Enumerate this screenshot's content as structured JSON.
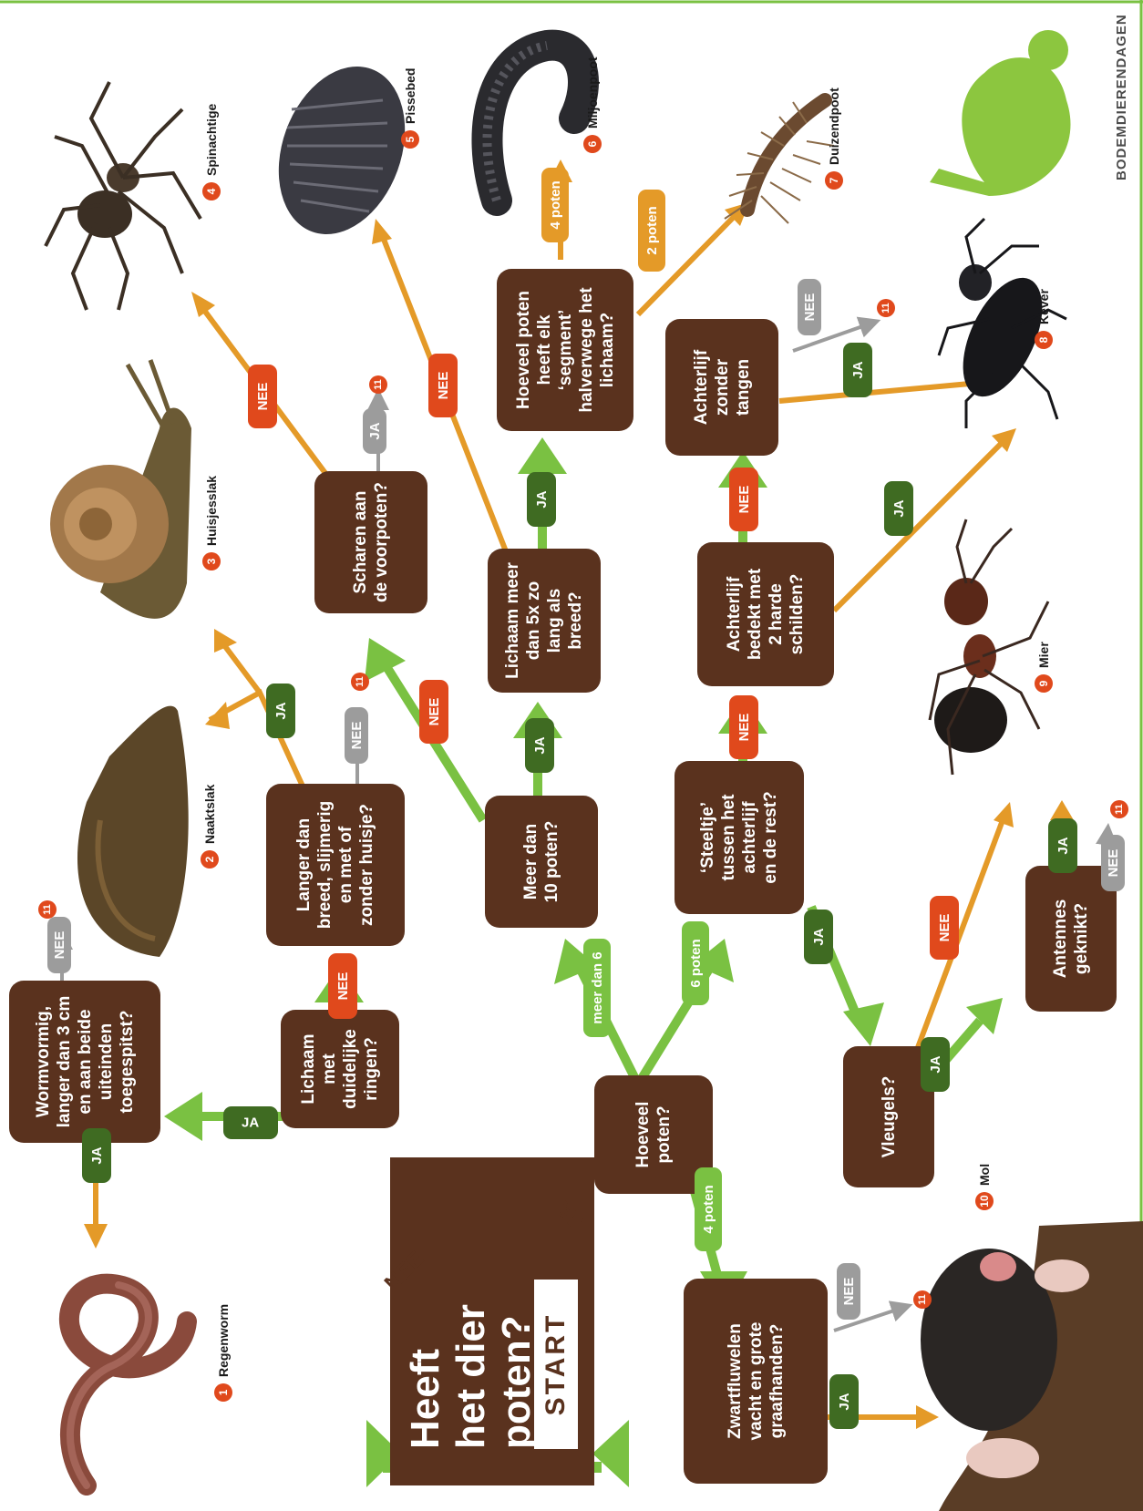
{
  "start": {
    "title": "Heeft\nhet dier\npoten?",
    "word": "START",
    "no": "NEE",
    "yes": "JA"
  },
  "brand": "BODEMDIERENDAGEN",
  "colors": {
    "box": "#5a321e",
    "green_arrow": "#7ac142",
    "orange_arrow": "#e49a28",
    "ja_pill": "#3f6b22",
    "nee_pill": "#e0491c",
    "grey": "#9c9c9c"
  },
  "questions": [
    {
      "id": "q_ringen",
      "text": "Lichaam\nmet\nduidelijke\nringen?"
    },
    {
      "id": "q_worm",
      "text": "Wormvormig,\nlanger dan 3 cm\nen aan beide\nuiteinden\ntoegespitst?"
    },
    {
      "id": "q_slijmerig",
      "text": "Langer dan\nbreed, slijmerig\nen met of\nzonder huisje?"
    },
    {
      "id": "q_hoeveel",
      "text": "Hoeveel\npoten?"
    },
    {
      "id": "q_meer10",
      "text": "Meer dan\n10 poten?"
    },
    {
      "id": "q_scharen",
      "text": "Scharen aan\nde voorpoten?"
    },
    {
      "id": "q_5x",
      "text": "Lichaam meer\ndan 5x zo\nlang als breed?"
    },
    {
      "id": "q_segment",
      "text": "Hoeveel poten\nheeft elk ‘segment’\nhalverwege het\nlichaam?"
    },
    {
      "id": "q_steeltje",
      "text": "‘Steeltje’\ntussen het\nachterlijf\nen de rest?"
    },
    {
      "id": "q_schilden",
      "text": "Achterlijf\nbedekt met\n2 harde\nschilden?"
    },
    {
      "id": "q_tangen",
      "text": "Achterlijf\nzonder\ntangen"
    },
    {
      "id": "q_vleugels",
      "text": "Vleugels?"
    },
    {
      "id": "q_antennes",
      "text": "Antennes\ngeknikt?"
    },
    {
      "id": "q_mol",
      "text": "Zwartfluwelen\nvacht en grote\ngraafhanden?"
    }
  ],
  "answers": {
    "ja": "JA",
    "nee": "NEE",
    "meer_dan_6": "meer dan 6",
    "zes_poten": "6 poten",
    "vier_poten": "4 poten",
    "twee_poten": "2 poten",
    "vier_poten_seg": "4 poten"
  },
  "reference": "11",
  "animals": [
    {
      "num": "1",
      "name": "Regenworm"
    },
    {
      "num": "2",
      "name": "Naaktslak"
    },
    {
      "num": "3",
      "name": "Huisjesslak"
    },
    {
      "num": "4",
      "name": "Spinachtige"
    },
    {
      "num": "5",
      "name": "Pissebed"
    },
    {
      "num": "6",
      "name": "Miljoenpoot"
    },
    {
      "num": "7",
      "name": "Duizendpoot"
    },
    {
      "num": "8",
      "name": "Kever"
    },
    {
      "num": "9",
      "name": "Mier"
    },
    {
      "num": "10",
      "name": "Mol"
    }
  ]
}
